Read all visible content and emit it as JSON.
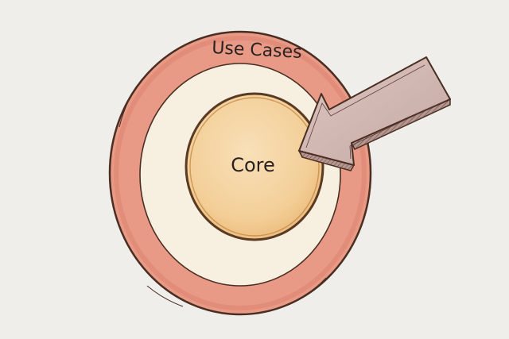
{
  "diagram": {
    "type": "concentric-circles",
    "layers": [
      {
        "id": "outer",
        "label": "Use Cases",
        "color": "#e89a86"
      },
      {
        "id": "inner",
        "label": "Core",
        "color": "#f3cf98"
      }
    ],
    "arrow": {
      "direction": "pointing-inward-to-core",
      "color": "#cdb2ad"
    },
    "colors": {
      "background": "#f0eeea",
      "outer_ring": "#e89a86",
      "gap_ring": "#f7efe0",
      "core": "#f3cf98",
      "outline": "#4a2e22",
      "arrow_fill": "#cdb2ad"
    }
  }
}
